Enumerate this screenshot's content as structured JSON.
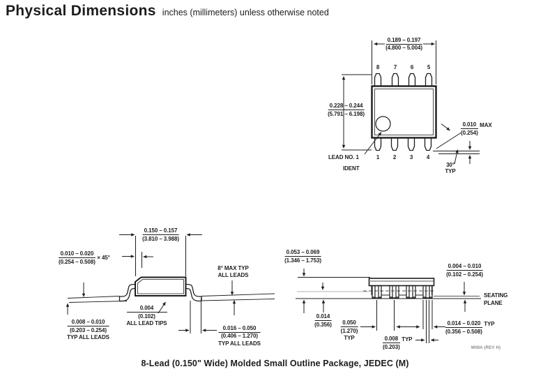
{
  "header": {
    "title": "Physical Dimensions",
    "subtitle": "inches (millimeters) unless otherwise noted"
  },
  "caption": "8-Lead (0.150\" Wide) Molded Small Outline Package, JEDEC (M)",
  "drawing_ref": "M08A (REV H)",
  "colors": {
    "ink": "#1c1c1c",
    "faint": "#8a8a8a"
  },
  "top_view": {
    "pins_top": [
      "8",
      "7",
      "6",
      "5"
    ],
    "pins_bottom": [
      "1",
      "2",
      "3",
      "4"
    ],
    "width": {
      "in": "0.189 – 0.197",
      "mm": "(4.800 – 5.004)"
    },
    "length": {
      "in": "0.228 – 0.244",
      "mm": "(5.791 – 6.198)"
    },
    "pin_tip": {
      "in": "0.010",
      "mm": "(0.254)",
      "suffix": "MAX"
    },
    "tip_angle": {
      "value": "30°",
      "suffix": "TYP"
    },
    "ident": {
      "line1": "LEAD NO. 1",
      "line2": "IDENT"
    }
  },
  "side_view": {
    "body_width": {
      "in": "0.150 – 0.157",
      "mm": "(3.810 – 3.988)"
    },
    "chamfer": {
      "in": "0.010 – 0.020",
      "mm": "(0.254 – 0.508)",
      "suffix": "× 45°"
    },
    "lead_angle": {
      "line1": "8° MAX TYP",
      "line2": "ALL LEADS"
    },
    "tip_thickness": {
      "in": "0.004",
      "mm": "(0.102)",
      "note": "ALL LEAD TIPS"
    },
    "lead_thickness": {
      "in": "0.008 – 0.010",
      "mm": "(0.203 – 0.254)",
      "note": "TYP ALL LEADS"
    },
    "foot_length": {
      "in": "0.016 – 0.050",
      "mm": "(0.406 – 1.270)",
      "note": "TYP ALL LEADS"
    }
  },
  "front_view": {
    "height": {
      "in": "0.053 – 0.069",
      "mm": "(1.346 – 1.753)"
    },
    "standoff": {
      "in": "0.004 – 0.010",
      "mm": "(0.102 – 0.254)"
    },
    "seating_plane": {
      "line1": "SEATING",
      "line2": "PLANE"
    },
    "bend_ref": {
      "in": "0.014",
      "mm": "(0.356)"
    },
    "pitch": {
      "in": "0.050",
      "mm": "(1.270)",
      "suffix": "TYP"
    },
    "lead_thickness": {
      "in": "0.008",
      "mm": "(0.203)",
      "suffix": "TYP"
    },
    "lead_width": {
      "in": "0.014 – 0.020",
      "mm": "(0.356 – 0.508)",
      "suffix": "TYP"
    }
  }
}
